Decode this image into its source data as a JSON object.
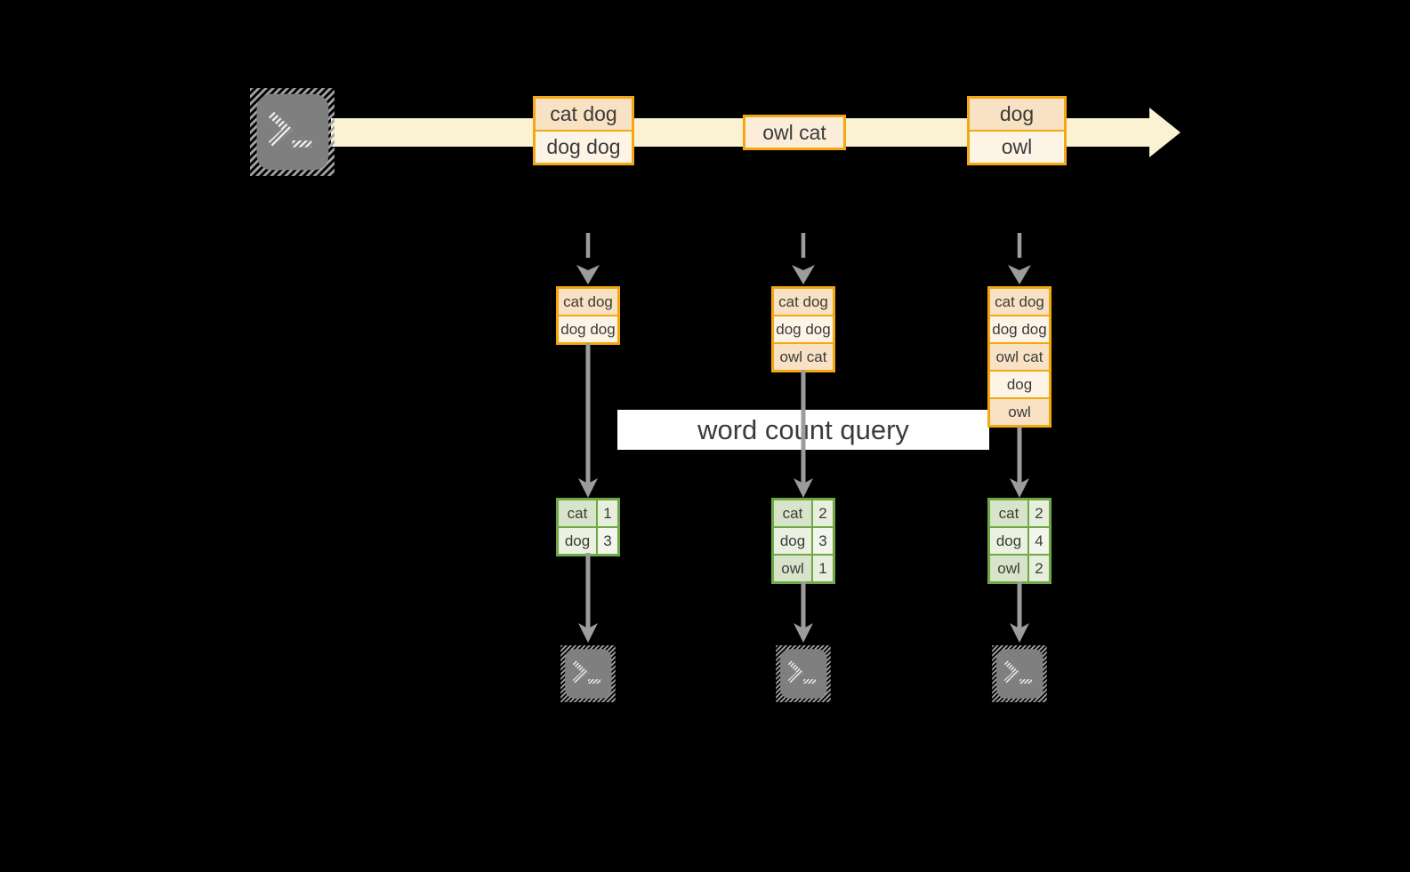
{
  "title_note": "streaming word count diagram",
  "colors": {
    "background": "#000000",
    "stream_band": "#FAF2D3",
    "event_border": "#F3A712",
    "event_fill_dark": "#F8E2C3",
    "event_fill_light": "#FDF4E6",
    "table_border": "#6FA847",
    "table_fill_dark": "#D8E4C9",
    "table_fill_light": "#EAF1E0",
    "arrow_gray": "#9C9C9C",
    "terminal_gray": "#7F7F7F",
    "text": "#3B3B3B",
    "query_band": "#FFFFFF"
  },
  "stream": {
    "source_icon": "terminal-icon",
    "events": [
      {
        "rows": [
          "cat dog",
          "dog dog"
        ]
      },
      {
        "rows": [
          "owl cat"
        ]
      },
      {
        "rows": [
          "dog",
          "owl"
        ]
      }
    ]
  },
  "query": {
    "label": "word count query"
  },
  "columns": [
    {
      "buffer": [
        "cat dog",
        "dog dog"
      ],
      "counts": [
        {
          "word": "cat",
          "count": "1"
        },
        {
          "word": "dog",
          "count": "3"
        }
      ]
    },
    {
      "buffer": [
        "cat dog",
        "dog dog",
        "owl cat"
      ],
      "counts": [
        {
          "word": "cat",
          "count": "2"
        },
        {
          "word": "dog",
          "count": "3"
        },
        {
          "word": "owl",
          "count": "1"
        }
      ]
    },
    {
      "buffer": [
        "cat dog",
        "dog dog",
        "owl cat",
        "dog",
        "owl"
      ],
      "counts": [
        {
          "word": "cat",
          "count": "2"
        },
        {
          "word": "dog",
          "count": "4"
        },
        {
          "word": "owl",
          "count": "2"
        }
      ]
    }
  ]
}
